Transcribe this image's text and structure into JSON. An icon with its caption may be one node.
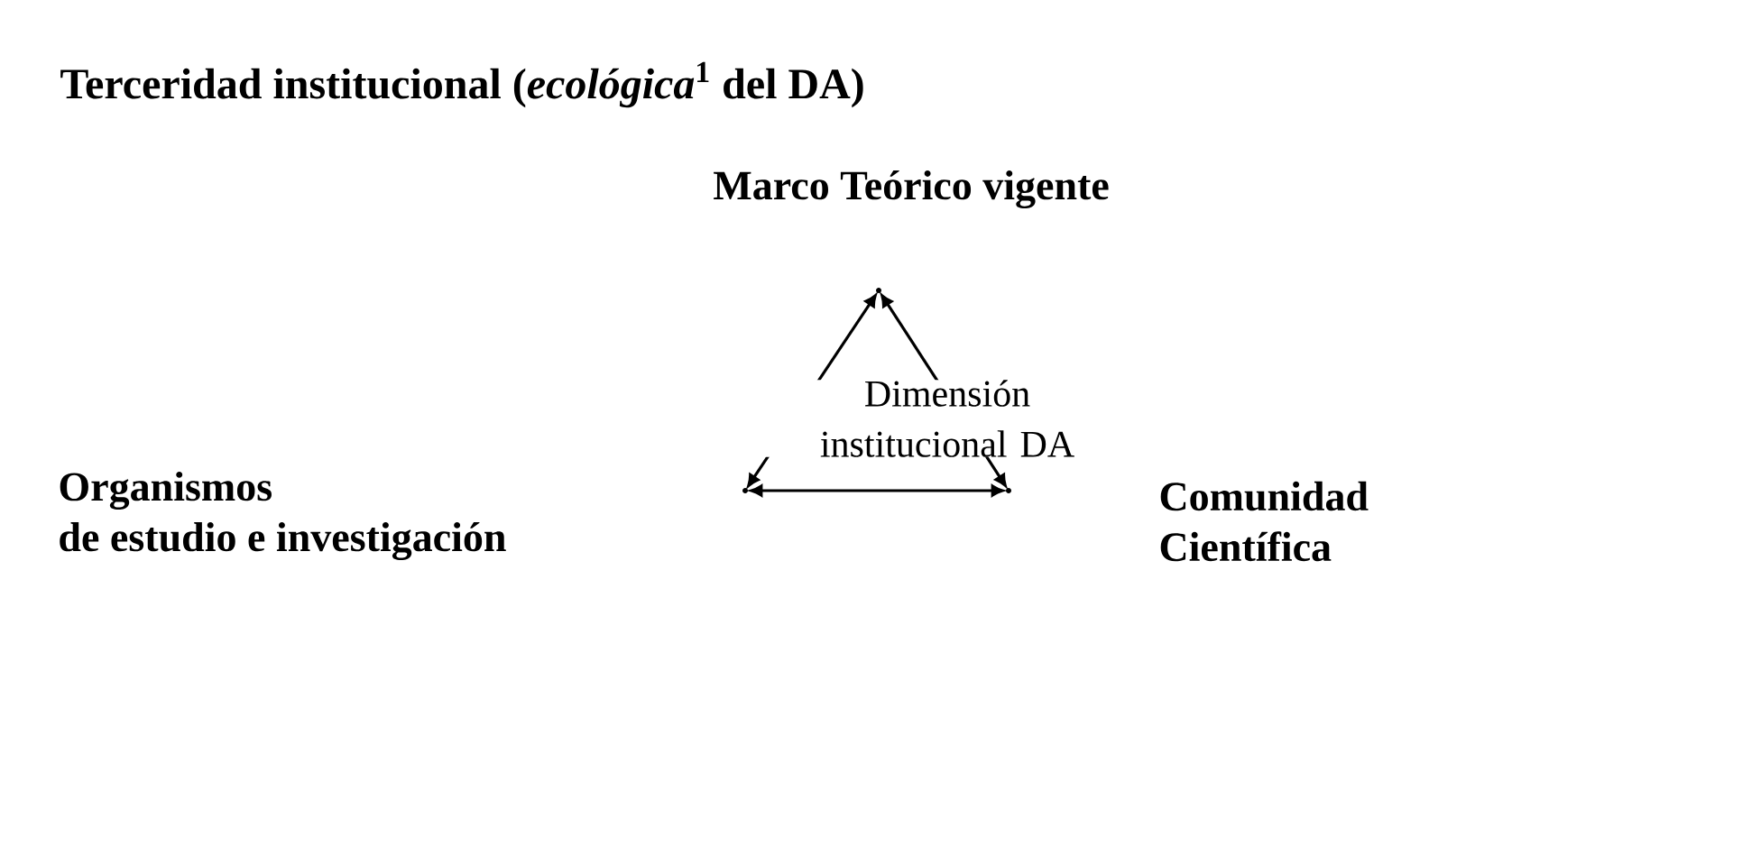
{
  "diagram": {
    "title": "Terceridad institucional (*ecológica*$^{1}$ del DA)",
    "nodes": [
      {
        "text": [
          "Marco Teórico vigente"
        ]
      },
      {
        "text": [
          "Organismos de estudio e investigación"
        ]
      },
      {
        "text": [
          "Comunidad Científica"
        ]
      },
      {
        "text": [],
        "shape": "point"
      },
      {
        "text": [],
        "shape": "point"
      },
      {
        "text": [],
        "shape": "point"
      }
    ],
    "edges": [
      {
        "from": 3,
        "to": 4,
        "arrow": "both"
      },
      {
        "from": 3,
        "to": 5,
        "arrow": "both"
      },
      {
        "from": 4,
        "to": 5,
        "arrow": "both"
      }
    ],
    "labels": [
      "Dimensión institucional DA"
    ]
  }
}
